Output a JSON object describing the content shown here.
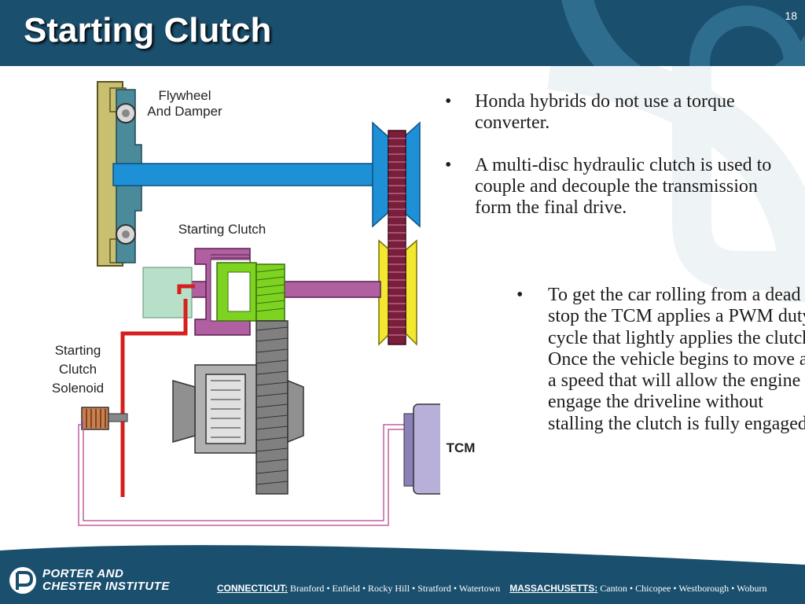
{
  "slide": {
    "title": "Starting Clutch",
    "number": "18"
  },
  "diagram": {
    "flywheel_label_1": "Flywheel",
    "flywheel_label_2": "And Damper",
    "starting_clutch_label": "Starting Clutch",
    "solenoid_label_1": "Starting",
    "solenoid_label_2": "Clutch",
    "solenoid_label_3": "Solenoid",
    "tcm_label": "TCM"
  },
  "bullets": [
    "Honda hybrids do not use a torque converter.",
    "A multi-disc hydraulic clutch is used to couple and decouple the transmission form the final drive."
  ],
  "bullet_main": "To get the car rolling from a dead stop the TCM applies a PWM duty cycle that lightly applies the clutch. Once the vehicle begins to move at a speed that will allow the engine to engage the driveline without stalling the clutch is fully engaged.",
  "footer": {
    "logo_line1": "PORTER AND",
    "logo_line2": "CHESTER INSTITUTE",
    "state1": "CONNECTICUT:",
    "state1_towns": "Branford • Enfield • Rocky Hill • Stratford • Watertown",
    "state2": "MASSACHUSETTS:",
    "state2_towns": "Canton • Chicopee • Westborough • Woburn"
  },
  "colors": {
    "header_bg": "#1a4f6e",
    "shaft_blue": "#1e90d6",
    "clutch_magenta": "#b05fa0",
    "clutch_green": "#7ed321",
    "pulley_red": "#7a1f3a",
    "tcm_fill": "#b8b0d8",
    "fluid_red": "#d62020"
  }
}
